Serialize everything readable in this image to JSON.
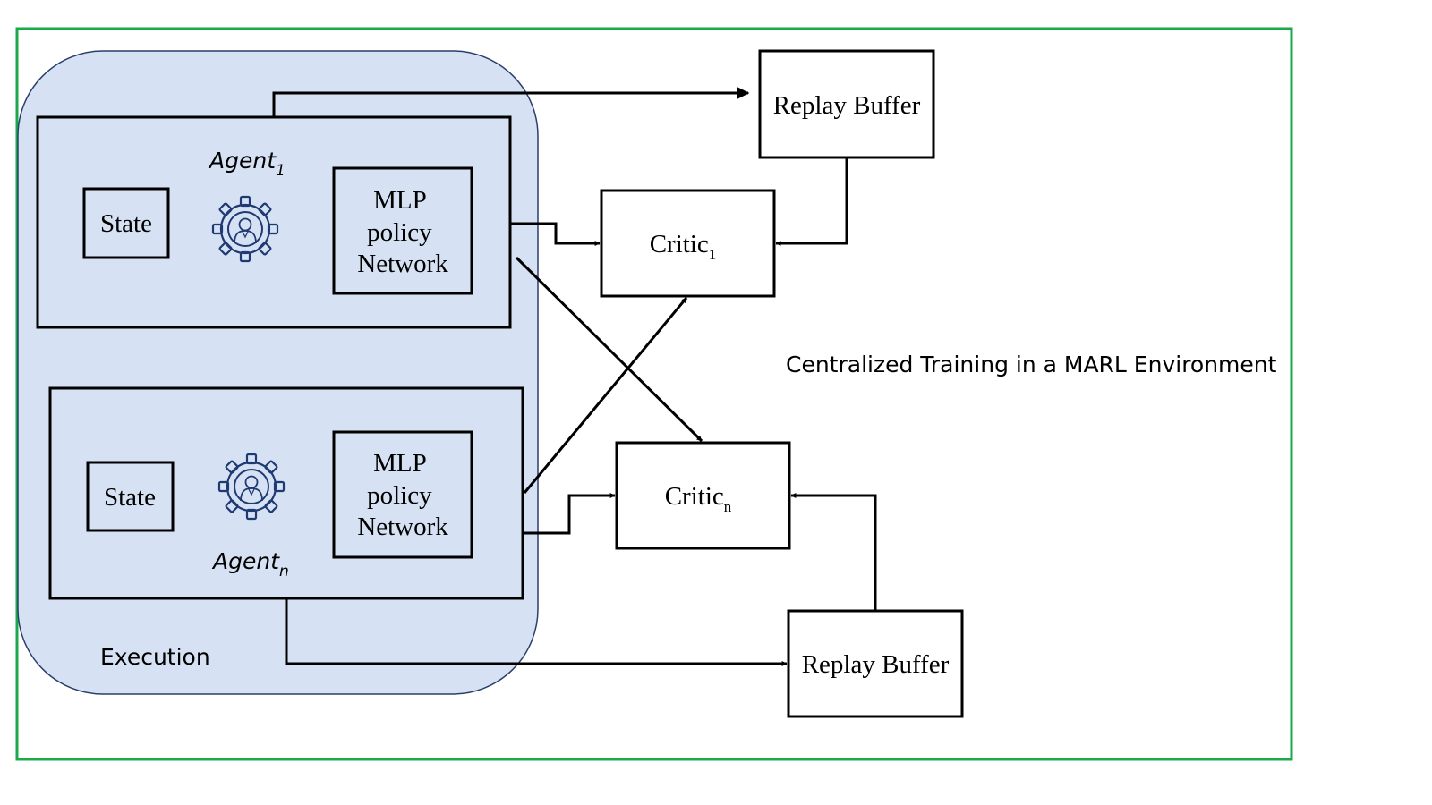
{
  "colors": {
    "frame": "#1aaa4a",
    "execution_fill": "#d6e2f3",
    "execution_stroke": "#2a3f6b",
    "icon": "#1f3a73",
    "line": "#000000"
  },
  "execution": {
    "label": "Execution"
  },
  "agent_1": {
    "name": "Agent",
    "subscript": "1",
    "state_label": "State",
    "network_lines": [
      "MLP",
      "policy",
      "Network"
    ],
    "icon": "gear-agent-icon"
  },
  "agent_n": {
    "name": "Agent",
    "subscript": "n",
    "state_label": "State",
    "network_lines": [
      "MLP",
      "policy",
      "Network"
    ],
    "icon": "gear-agent-icon"
  },
  "critic_1": {
    "name": "Critic",
    "subscript": "1"
  },
  "critic_n": {
    "name": "Critic",
    "subscript": "n"
  },
  "replay_buffer_top": {
    "label": "Replay Buffer"
  },
  "replay_buffer_bottom": {
    "label": "Replay Buffer"
  },
  "caption": "Centralized Training in a MARL Environment"
}
